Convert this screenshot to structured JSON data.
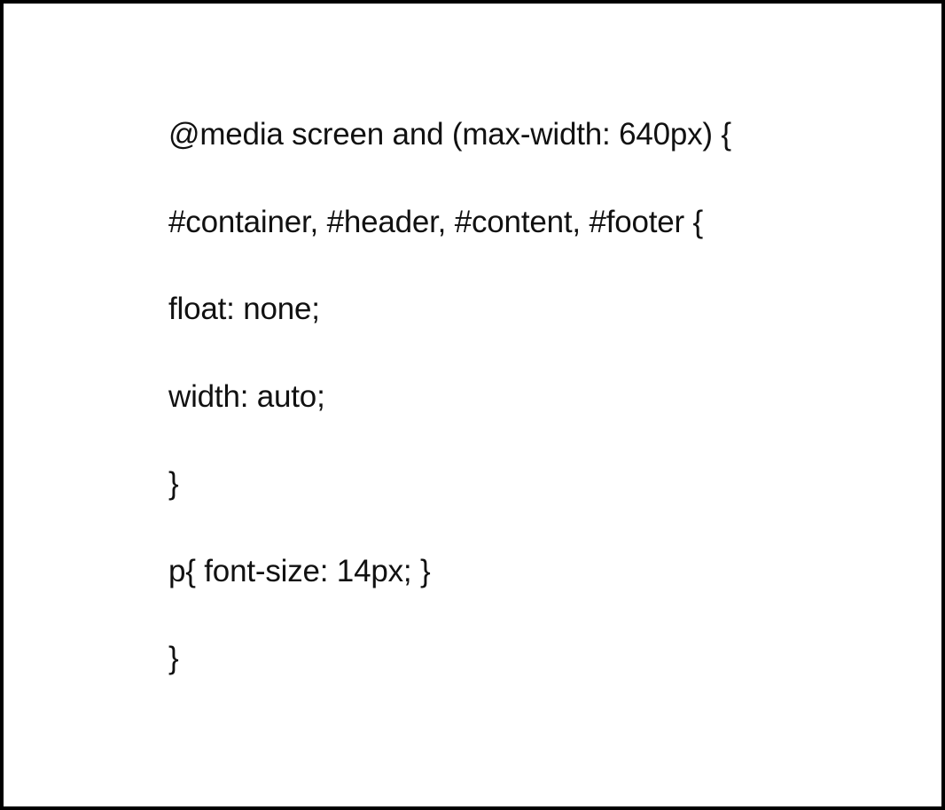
{
  "document": {
    "lines": [
      "@media screen and (max-width: 640px) {",
      "#container, #header, #content, #footer {",
      "float: none;",
      "width: auto;",
      "}",
      "p{ font-size: 14px; }",
      "}"
    ]
  }
}
